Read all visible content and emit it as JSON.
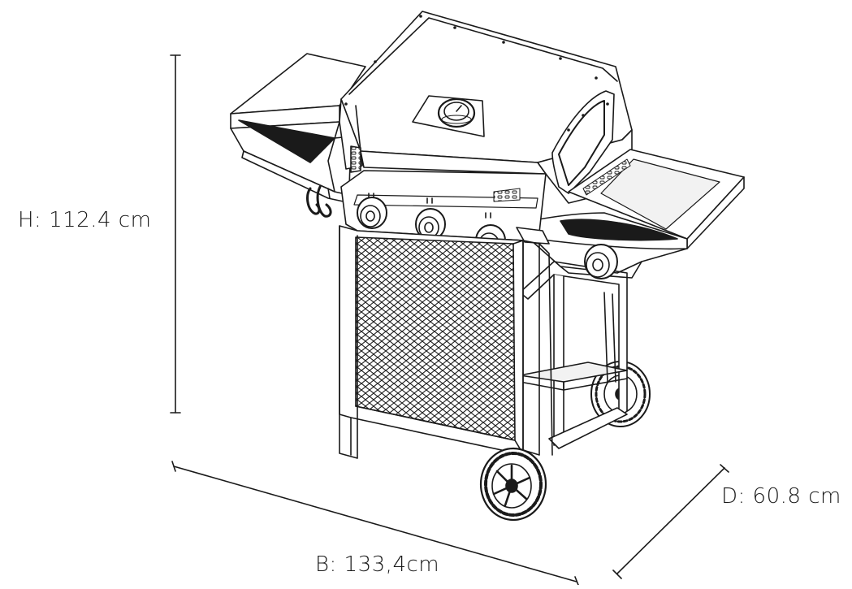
{
  "dimensions": {
    "height": "H: 112.4 cm",
    "width": "B: 133,4cm",
    "depth": "D: 60.8 cm"
  },
  "colors": {
    "line": "#1a1a1a",
    "fill_dark": "#1a1a1a",
    "fill_light": "#ffffff",
    "fill_mid": "#e9e9e9"
  },
  "components": [
    "grill-lid",
    "thermometer",
    "control-panel",
    "burner-knob",
    "burner-knob",
    "burner-knob",
    "side-burner-knob",
    "left-side-shelf",
    "right-side-shelf",
    "cabinet-mesh-panel",
    "cart-frame",
    "front-wheel",
    "rear-wheel",
    "tool-hooks"
  ]
}
